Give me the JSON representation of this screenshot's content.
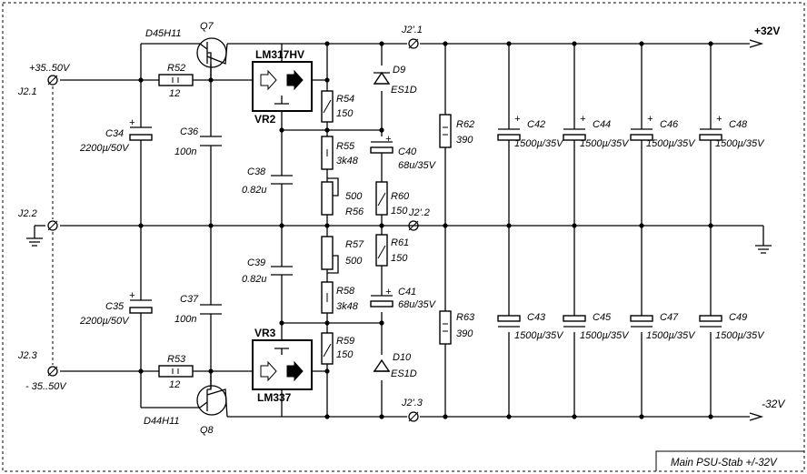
{
  "left": {
    "j21": "J2.1",
    "j22": "J2.2",
    "j23": "J2.3",
    "vin_pos": "+35..50V",
    "vin_neg": "- 35..50V"
  },
  "transistors": {
    "q7": "Q7",
    "q7_type": "D45H11",
    "q8": "Q8",
    "q8_type": "D44H11"
  },
  "resistors": {
    "r52": "R52",
    "r52_val": "12",
    "r53": "R53",
    "r53_val": "12",
    "r54": "R54",
    "r54_val": "150",
    "r55": "R55",
    "r55_val": "3k48",
    "r56": "R56",
    "r56_val": "500",
    "r57": "R57",
    "r57_val": "500",
    "r58": "R58",
    "r58_val": "3k48",
    "r59": "R59",
    "r59_val": "150",
    "r60": "R60",
    "r60_val": "150",
    "r61": "R61",
    "r61_val": "150",
    "r62": "R62",
    "r62_val": "390",
    "r63": "R63",
    "r63_val": "390"
  },
  "capacitors": {
    "c34": "C34",
    "c34_val": "2200µ/50V",
    "c35": "C35",
    "c35_val": "2200µ/50V",
    "c36": "C36",
    "c36_val": "100n",
    "c37": "C37",
    "c37_val": "100n",
    "c38": "C38",
    "c38_val": "0.82u",
    "c39": "C39",
    "c39_val": "0.82u",
    "c40": "C40",
    "c40_val": "68u/35V",
    "c41": "C41",
    "c41_val": "68u/35V",
    "c42": "C42",
    "c43": "C43",
    "c44": "C44",
    "c45": "C45",
    "c46": "C46",
    "c47": "C47",
    "c48": "C48",
    "c49": "C49",
    "bulk_val": "1500µ/35V",
    "plus": "+"
  },
  "regulators": {
    "vr2": "VR2",
    "vr2_type": "LM317HV",
    "vr3": "VR3",
    "vr3_type": "LM337"
  },
  "diodes": {
    "d9": "D9",
    "d9_type": "ES1D",
    "d10": "D10",
    "d10_type": "ES1D"
  },
  "outputs": {
    "j2p1": "J2'.1",
    "j2p2": "J2'.2",
    "j2p3": "J2'.3",
    "vout_pos": "+32V",
    "vout_neg": "-32V"
  },
  "title_block": {
    "title": "Main PSU-Stab +/-32V"
  }
}
